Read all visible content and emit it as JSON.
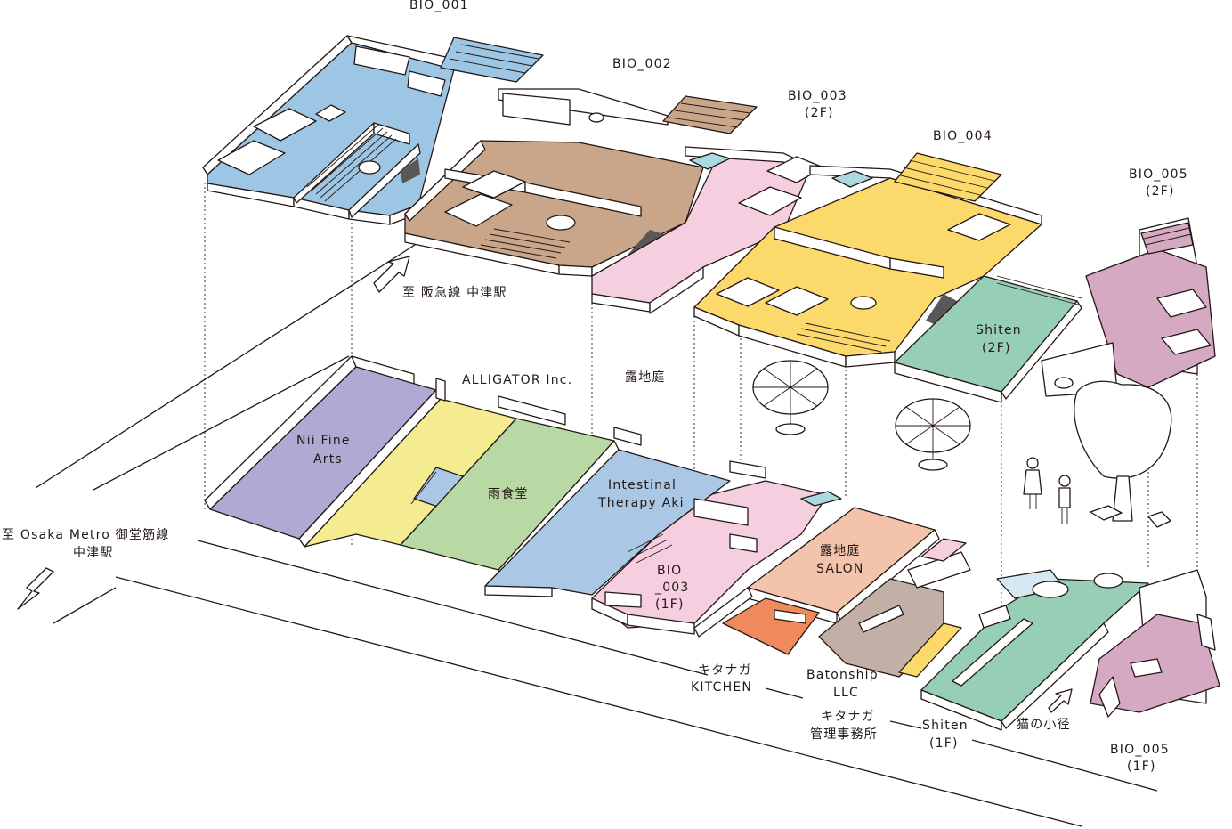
{
  "labels": {
    "bio_001": "BIO_001",
    "bio_002": "BIO_002",
    "bio_003_2f": "BIO_003",
    "bio_003_2f_floor": "(2F)",
    "bio_004": "BIO_004",
    "bio_005_2f": "BIO_005",
    "bio_005_2f_floor": "(2F)",
    "hankyu": "至 阪急線 中津駅",
    "alligator": "ALLIGATOR Inc.",
    "rojitei": "露地庭",
    "shiten_2f": "Shiten",
    "shiten_2f_floor": "(2F)",
    "nii_fine_arts_1": "Nii Fine",
    "nii_fine_arts_2": "Arts",
    "ame_shokudo": "雨食堂",
    "intestinal_1": "Intestinal",
    "intestinal_2": "Therapy Aki",
    "osaka_metro_1": "至 Osaka Metro 御堂筋線",
    "osaka_metro_2": "中津駅",
    "bio_003_1f_1": "BIO",
    "bio_003_1f_2": "_003",
    "bio_003_1f_3": "(1F)",
    "rojitei_salon_1": "露地庭",
    "rojitei_salon_2": "SALON",
    "kitanaga_kitchen_1": "キタナガ",
    "kitanaga_kitchen_2": "KITCHEN",
    "batonship_1": "Batonship",
    "batonship_2": "LLC",
    "kitanaga_office_1": "キタナガ",
    "kitanaga_office_2": "管理事務所",
    "shiten_1f": "Shiten",
    "shiten_1f_floor": "(1F)",
    "neko_no_komichi": "猫の小径",
    "bio_005_1f": "BIO_005",
    "bio_005_1f_floor": "(1F)"
  },
  "colors": {
    "bio_001": "#9dc6e4",
    "bio_002": "#c9a68a",
    "bio_003": "#f5cfe0",
    "bio_004": "#fbd96a",
    "shiten": "#96cfb6",
    "bio_005": "#d5a9c2",
    "nii_fine_arts": "#aeaad4",
    "ame_shokudo": "#b8d9a3",
    "yellow_lane": "#f5ec92",
    "intestinal": "#aac7e6",
    "salon": "#f3c4ab",
    "kitchen": "#f08a5d",
    "batonship": "#c2b0a6",
    "dark": "#595757",
    "line": "#231815"
  }
}
